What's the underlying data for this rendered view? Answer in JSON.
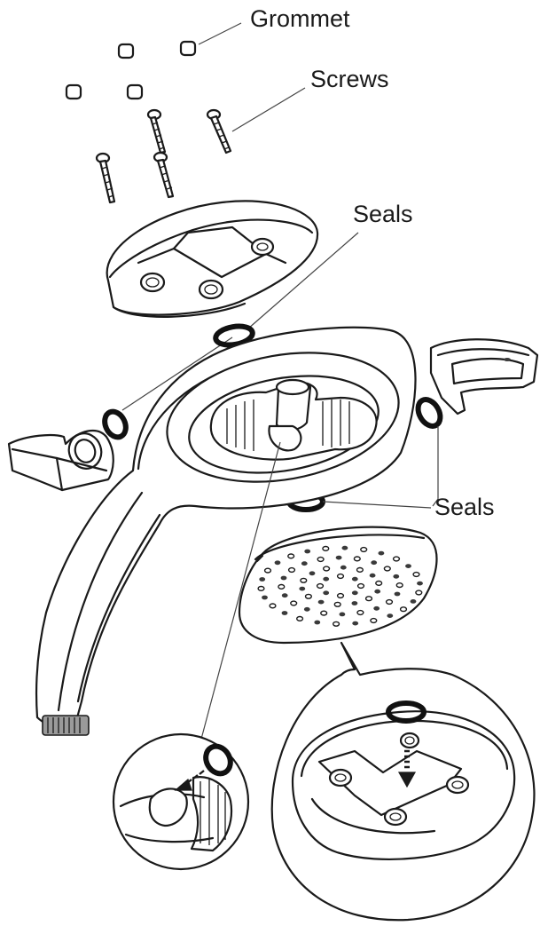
{
  "labels": {
    "grommet": "Grommet",
    "screws": "Screws",
    "seals_top": "Seals",
    "seals_right": "Seals"
  },
  "icons": {
    "arrow_small": "dashed-arrow-icon",
    "arrow_large": "dashed-arrow-icon"
  }
}
